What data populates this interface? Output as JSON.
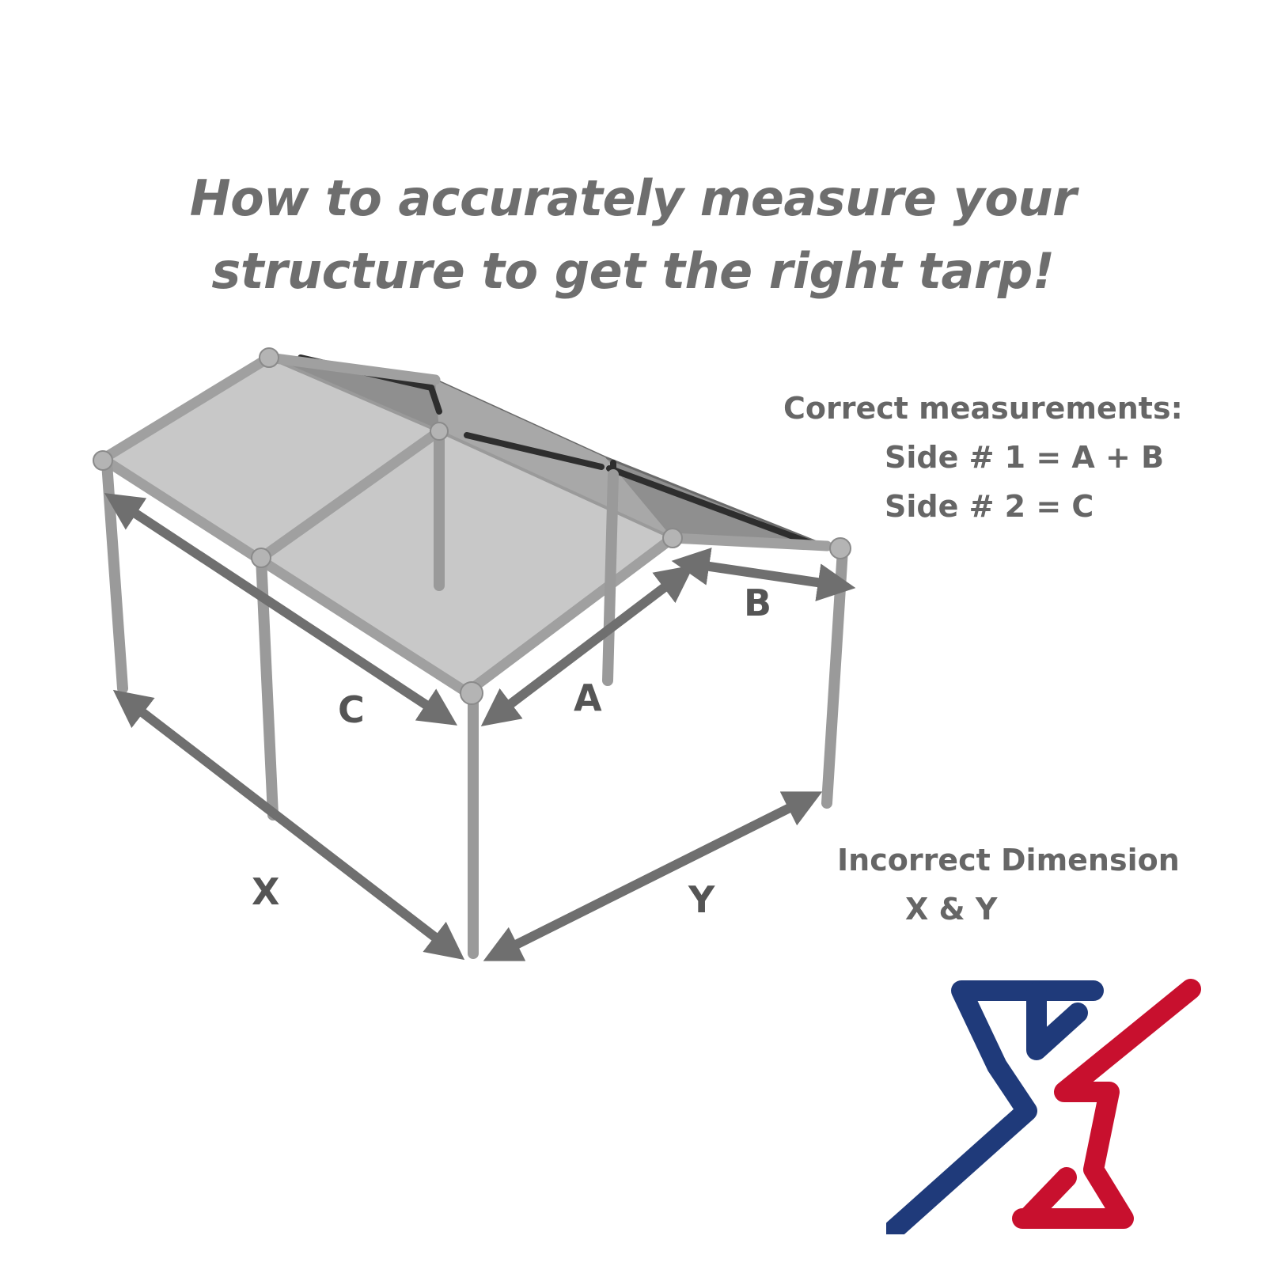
{
  "title": {
    "line1": "How to accurately measure your",
    "line2": "structure to get the right tarp!"
  },
  "correct": {
    "heading": "Correct measurements:",
    "side1": "Side # 1 = A + B",
    "side2": "Side # 2 = C"
  },
  "incorrect": {
    "heading": "Incorrect Dimension",
    "value": "X & Y"
  },
  "labels": {
    "a": "A",
    "b": "B",
    "c": "C",
    "x": "X",
    "y": "Y"
  },
  "colors": {
    "text": "#666666",
    "frame": "#9a9a9a",
    "roof": "#c4c4c4",
    "arrow": "#6f6f6f",
    "logo_blue": "#1f3a7a",
    "logo_red": "#c8102e"
  },
  "icons": {
    "logo": "x-logo-icon"
  }
}
